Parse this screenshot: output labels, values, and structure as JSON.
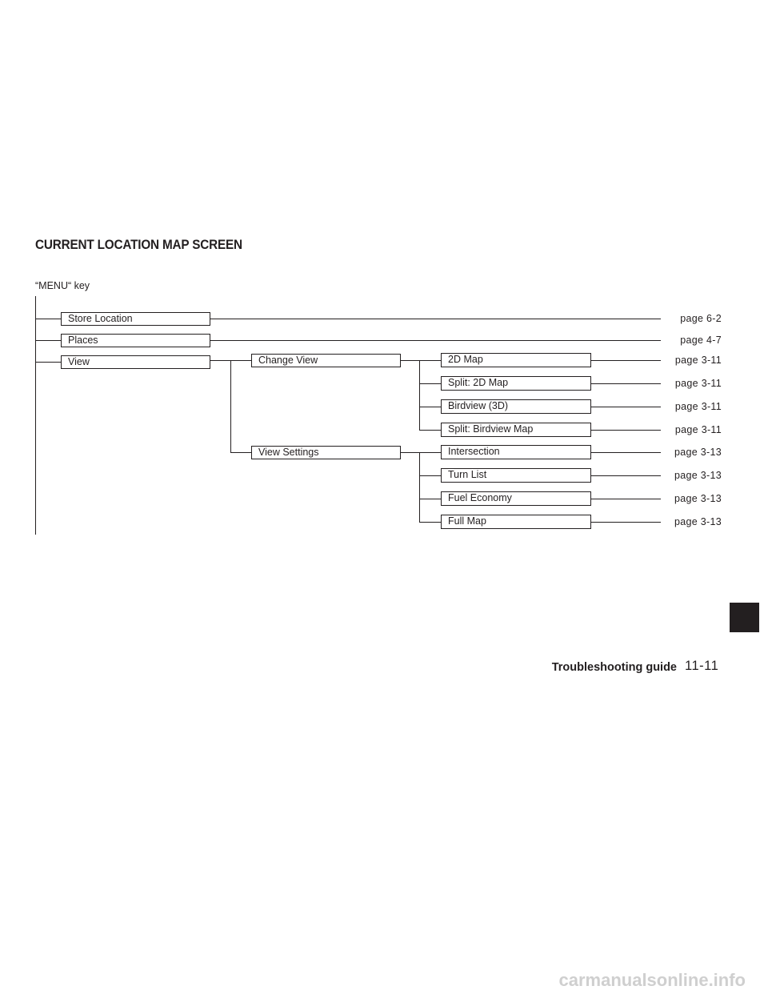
{
  "section_title": "CURRENT LOCATION MAP SCREEN",
  "menu_key_label": "“MENU“ key",
  "top_level": [
    {
      "label": "Store Location",
      "page": "page 6-2"
    },
    {
      "label": "Places",
      "page": "page 4-7"
    },
    {
      "label": "View",
      "page": ""
    }
  ],
  "second_level": [
    {
      "label": "Change View"
    },
    {
      "label": "View Settings"
    }
  ],
  "third_level": [
    {
      "label": "2D Map",
      "page": "page 3-11"
    },
    {
      "label": "Split: 2D Map",
      "page": "page 3-11"
    },
    {
      "label": "Birdview (3D)",
      "page": "page 3-11"
    },
    {
      "label": "Split: Birdview Map",
      "page": "page 3-11"
    },
    {
      "label": "Intersection",
      "page": "page 3-13"
    },
    {
      "label": "Turn List",
      "page": "page 3-13"
    },
    {
      "label": "Fuel Economy",
      "page": "page 3-13"
    },
    {
      "label": "Full Map",
      "page": "page 3-13"
    }
  ],
  "footer": {
    "section_label": "Troubleshooting guide",
    "page_number": "11-11"
  },
  "watermark": "carmanualsonline.info"
}
